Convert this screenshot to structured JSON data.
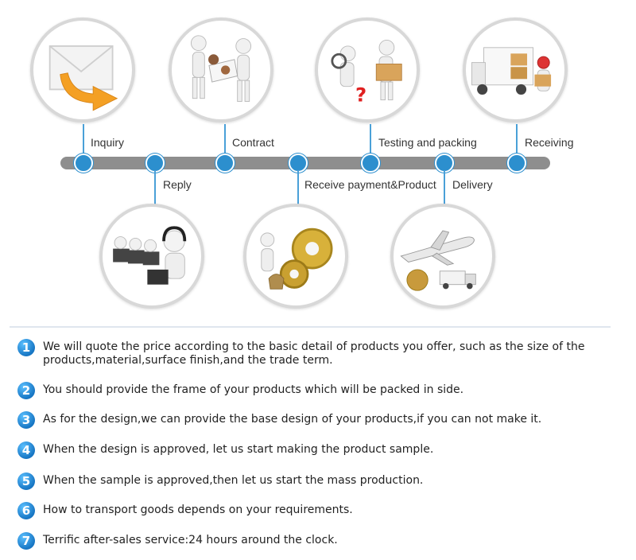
{
  "steps": {
    "inquiry": "Inquiry",
    "reply": "Reply",
    "contract": "Contract",
    "receive_payment": "Receive payment&Product",
    "testing_packing": "Testing and packing",
    "delivery": "Delivery",
    "receiving": "Receiving"
  },
  "notes": [
    {
      "num": "1",
      "text": "We will quote the price according to the basic detail of products you offer, such as the size of the products,material,surface finish,and the trade term."
    },
    {
      "num": "2",
      "text": "You should provide the frame of your products which will be packed in side."
    },
    {
      "num": "3",
      "text": "As for the design,we can provide the base design of your products,if you can not make it."
    },
    {
      "num": "4",
      "text": "When the design is approved, let us start making the product sample."
    },
    {
      "num": "5",
      "text": "When the sample is approved,then let us start the mass production."
    },
    {
      "num": "6",
      "text": "How to transport goods depends on your requirements."
    },
    {
      "num": "7",
      "text": "Terrific after-sales service:24 hours around the clock."
    }
  ],
  "colors": {
    "accent": "#2c8fce",
    "timeline": "#8e8e8e",
    "circle_border": "#d8d8d8"
  },
  "icons": [
    "envelope-arrow-icon",
    "handshake-icon",
    "inspection-icon",
    "delivery-truck-icon",
    "customer-service-icon",
    "gold-gears-icon",
    "airplane-truck-icon"
  ]
}
